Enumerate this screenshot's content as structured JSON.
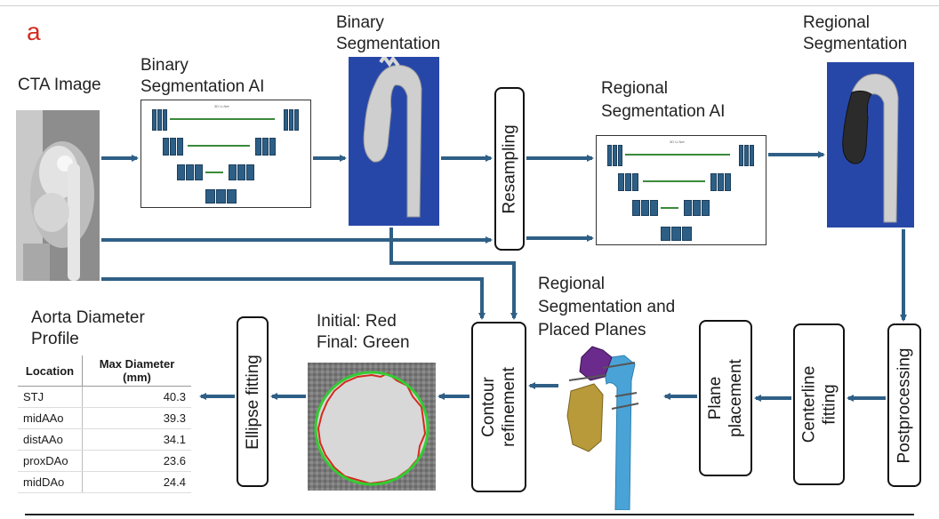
{
  "panel_letter": "a",
  "labels": {
    "cta_image": "CTA Image",
    "binary_seg_ai": [
      "Binary",
      "Segmentation AI"
    ],
    "binary_seg": [
      "Binary",
      "Segmentation"
    ],
    "regional_seg_ai": [
      "Regional",
      "Segmentation AI"
    ],
    "regional_seg": [
      "Regional",
      "Segmentation"
    ],
    "regional_planes": [
      "Regional",
      "Segmentation and",
      "Placed Planes"
    ],
    "initial_final": [
      "Initial: Red",
      "Final: Green"
    ],
    "aorta_profile": [
      "Aorta Diameter",
      "Profile"
    ]
  },
  "steps": {
    "resampling": "Resampling",
    "postprocessing": "Postprocessing",
    "centerline": [
      "Centerline",
      "fitting"
    ],
    "plane_placement": [
      "Plane",
      "placement"
    ],
    "contour_refinement": [
      "Contour",
      "refinement"
    ],
    "ellipse_fitting": "Ellipse fitting"
  },
  "network_title": "3D U-Net",
  "table": {
    "headers": [
      "Location",
      "Max Diameter (mm)"
    ],
    "rows": [
      [
        "STJ",
        "40.3"
      ],
      [
        "midAAo",
        "39.3"
      ],
      [
        "distAAo",
        "34.1"
      ],
      [
        "proxDAo",
        "23.6"
      ],
      [
        "midDAo",
        "24.4"
      ]
    ]
  },
  "colors": {
    "arrow": "#2f5f86",
    "network_block": "#2d5f86",
    "skip_line": "#3a8a3a",
    "initial_contour": "#d42a1e",
    "final_contour": "#33cc33",
    "segmentation_background": "#2747a8",
    "aorta_ascending_region": "#6a2b8c",
    "aorta_root_region": "#b89a3a",
    "aorta_descending_region": "#4aa3d6"
  }
}
